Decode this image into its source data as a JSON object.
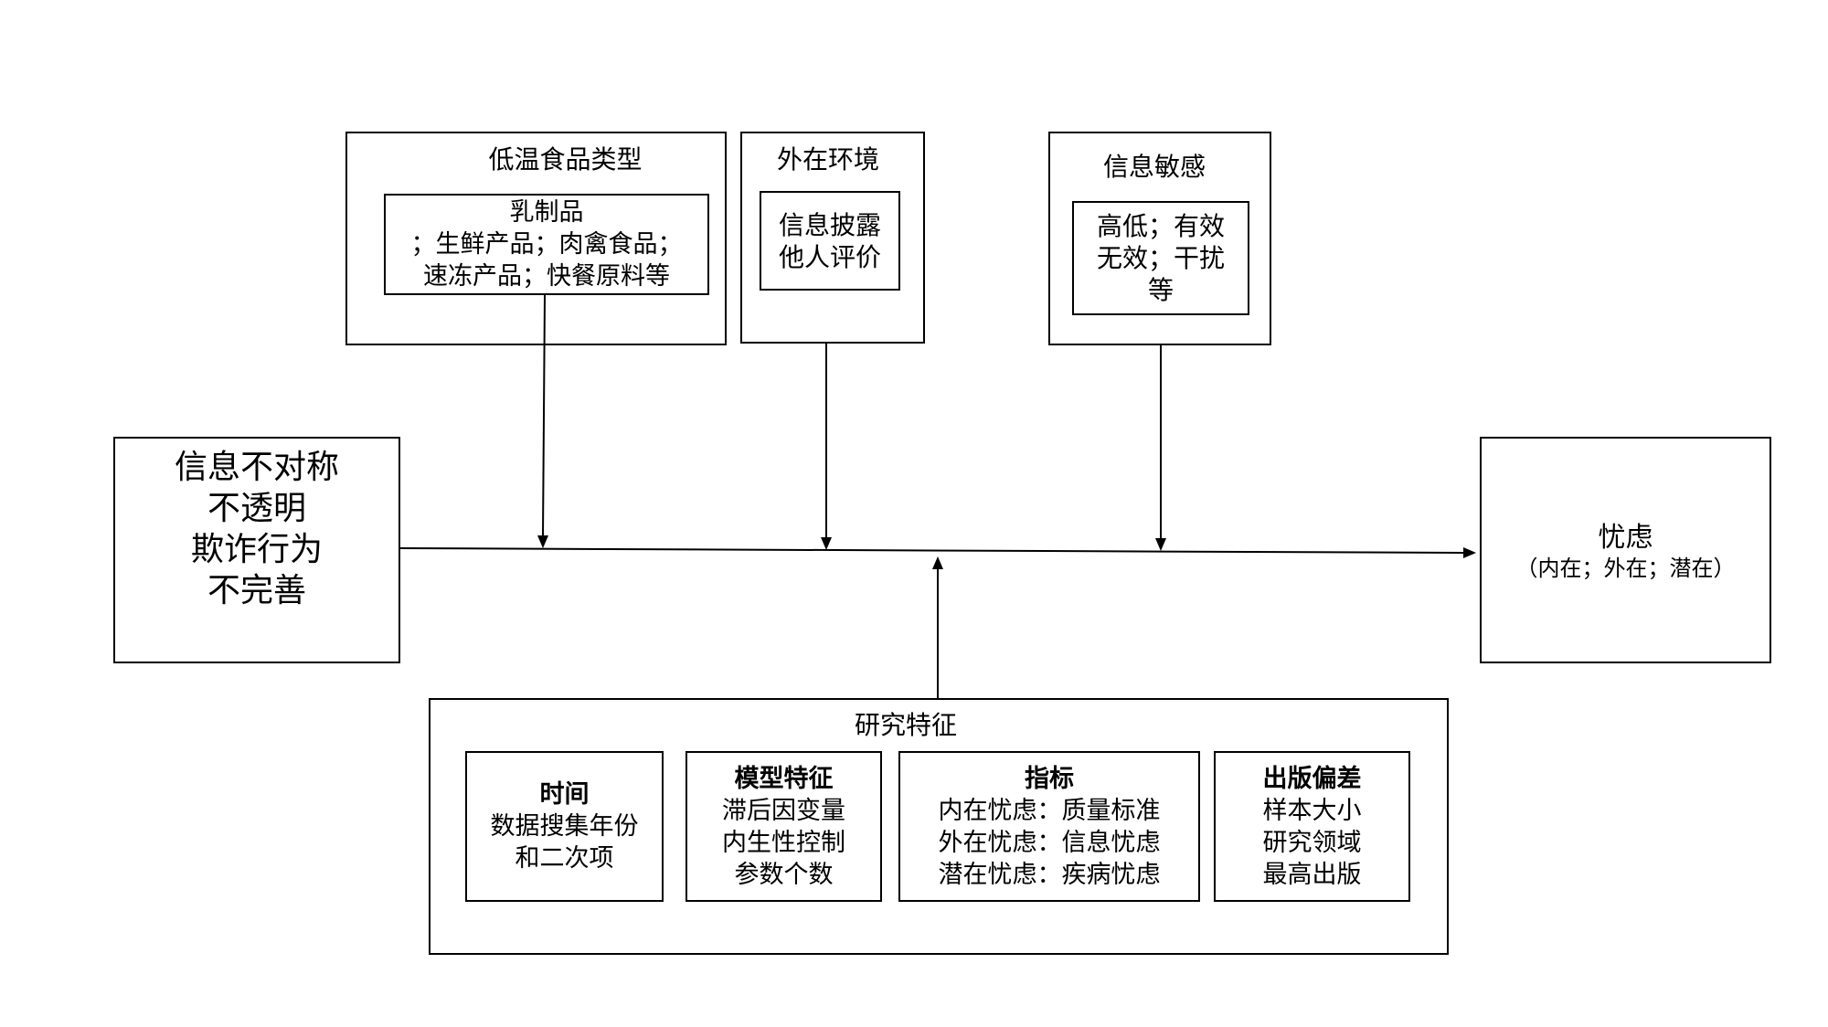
{
  "moderators": [
    {
      "title": "低温食品类型",
      "lines": [
        "乳制品",
        "；生鲜产品；肉禽食品；",
        "速冻产品；快餐原料等"
      ]
    },
    {
      "title": "外在环境",
      "lines": [
        "信息披露",
        "他人评价"
      ]
    },
    {
      "title": "信息敏感",
      "lines": [
        "高低；有效",
        "无效；干扰",
        "等"
      ]
    }
  ],
  "cause": {
    "lines": [
      "信息不对称",
      "不透明",
      "欺诈行为",
      "不完善"
    ]
  },
  "outcome": {
    "title": "忧虑",
    "subtitle": "（内在；外在；潜在）"
  },
  "study": {
    "title": "研究特征",
    "groups": [
      {
        "heading": "时间",
        "lines": [
          "数据搜集年份",
          "和二次项"
        ]
      },
      {
        "heading": "模型特征",
        "lines": [
          "滞后因变量",
          "内生性控制",
          "参数个数"
        ]
      },
      {
        "heading": "指标",
        "lines": [
          "内在忧虑：质量标准",
          "外在忧虑：信息忧虑",
          "潜在忧虑：疾病忧虑"
        ]
      },
      {
        "heading": "出版偏差",
        "lines": [
          "样本大小",
          "研究领域",
          "最高出版"
        ]
      }
    ]
  },
  "colors": {
    "line": "#000000",
    "background": "#ffffff"
  }
}
